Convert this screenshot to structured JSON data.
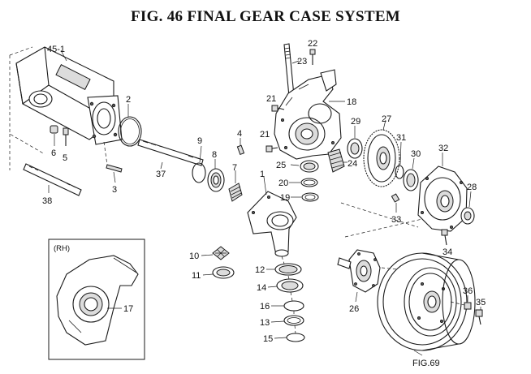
{
  "title": "FIG. 46  FINAL GEAR CASE SYSTEM",
  "inset_label": "(RH)",
  "figure_ref": "FIG.69",
  "callouts": {
    "c45_1": "45-1",
    "c2": "2",
    "c6": "6",
    "c5": "5",
    "c3": "3",
    "c37": "37",
    "c38": "38",
    "c9": "9",
    "c8": "8",
    "c7": "7",
    "c4": "4",
    "c1": "1",
    "c22": "22",
    "c23": "23",
    "c21a": "21",
    "c18": "18",
    "c21b": "21",
    "c29": "29",
    "c27": "27",
    "c31": "31",
    "c30": "30",
    "c32": "32",
    "c25": "25",
    "c24": "24",
    "c20": "20",
    "c19": "19",
    "c28": "28",
    "c33": "33",
    "c34": "34",
    "c10": "10",
    "c11": "11",
    "c12": "12",
    "c14": "14",
    "c16": "16",
    "c13": "13",
    "c15": "15",
    "c17": "17",
    "c26": "26",
    "c36": "36",
    "c35": "35"
  }
}
